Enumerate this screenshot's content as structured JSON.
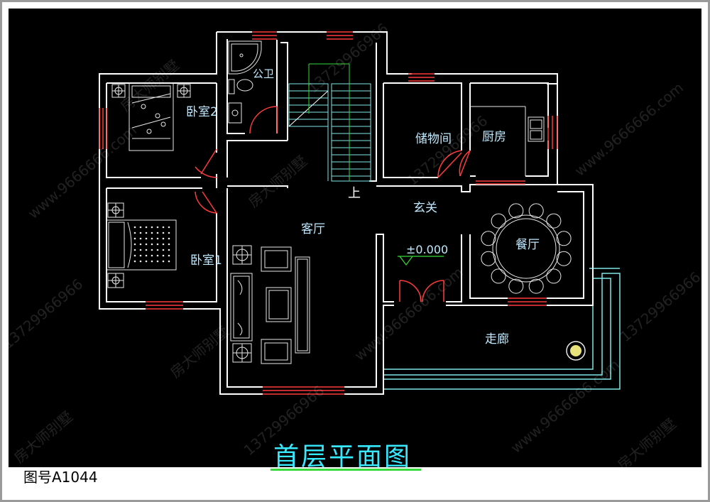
{
  "title": "首层平面图",
  "drawing_no": "图号A1044",
  "rooms": {
    "public_bath": "公卫",
    "bedroom2": "卧室2",
    "bedroom1": "卧室1",
    "living": "客厅",
    "storage": "储物间",
    "kitchen": "厨房",
    "foyer": "玄关",
    "dining": "餐厅",
    "corridor": "走廊"
  },
  "stair_up": "上",
  "elevation": "±0.000",
  "watermarks": [
    "房大师别墅",
    "13729966966",
    "www.9666666.com"
  ],
  "colors": {
    "background": "#000000",
    "wall": "#ffffff",
    "window": "#ff3b3b",
    "furniture": "#e8e8e8",
    "text": "#bfe9ff",
    "title": "#37e9ff",
    "title_underline": "#36d83a",
    "terrace": "#7fe6e6"
  }
}
